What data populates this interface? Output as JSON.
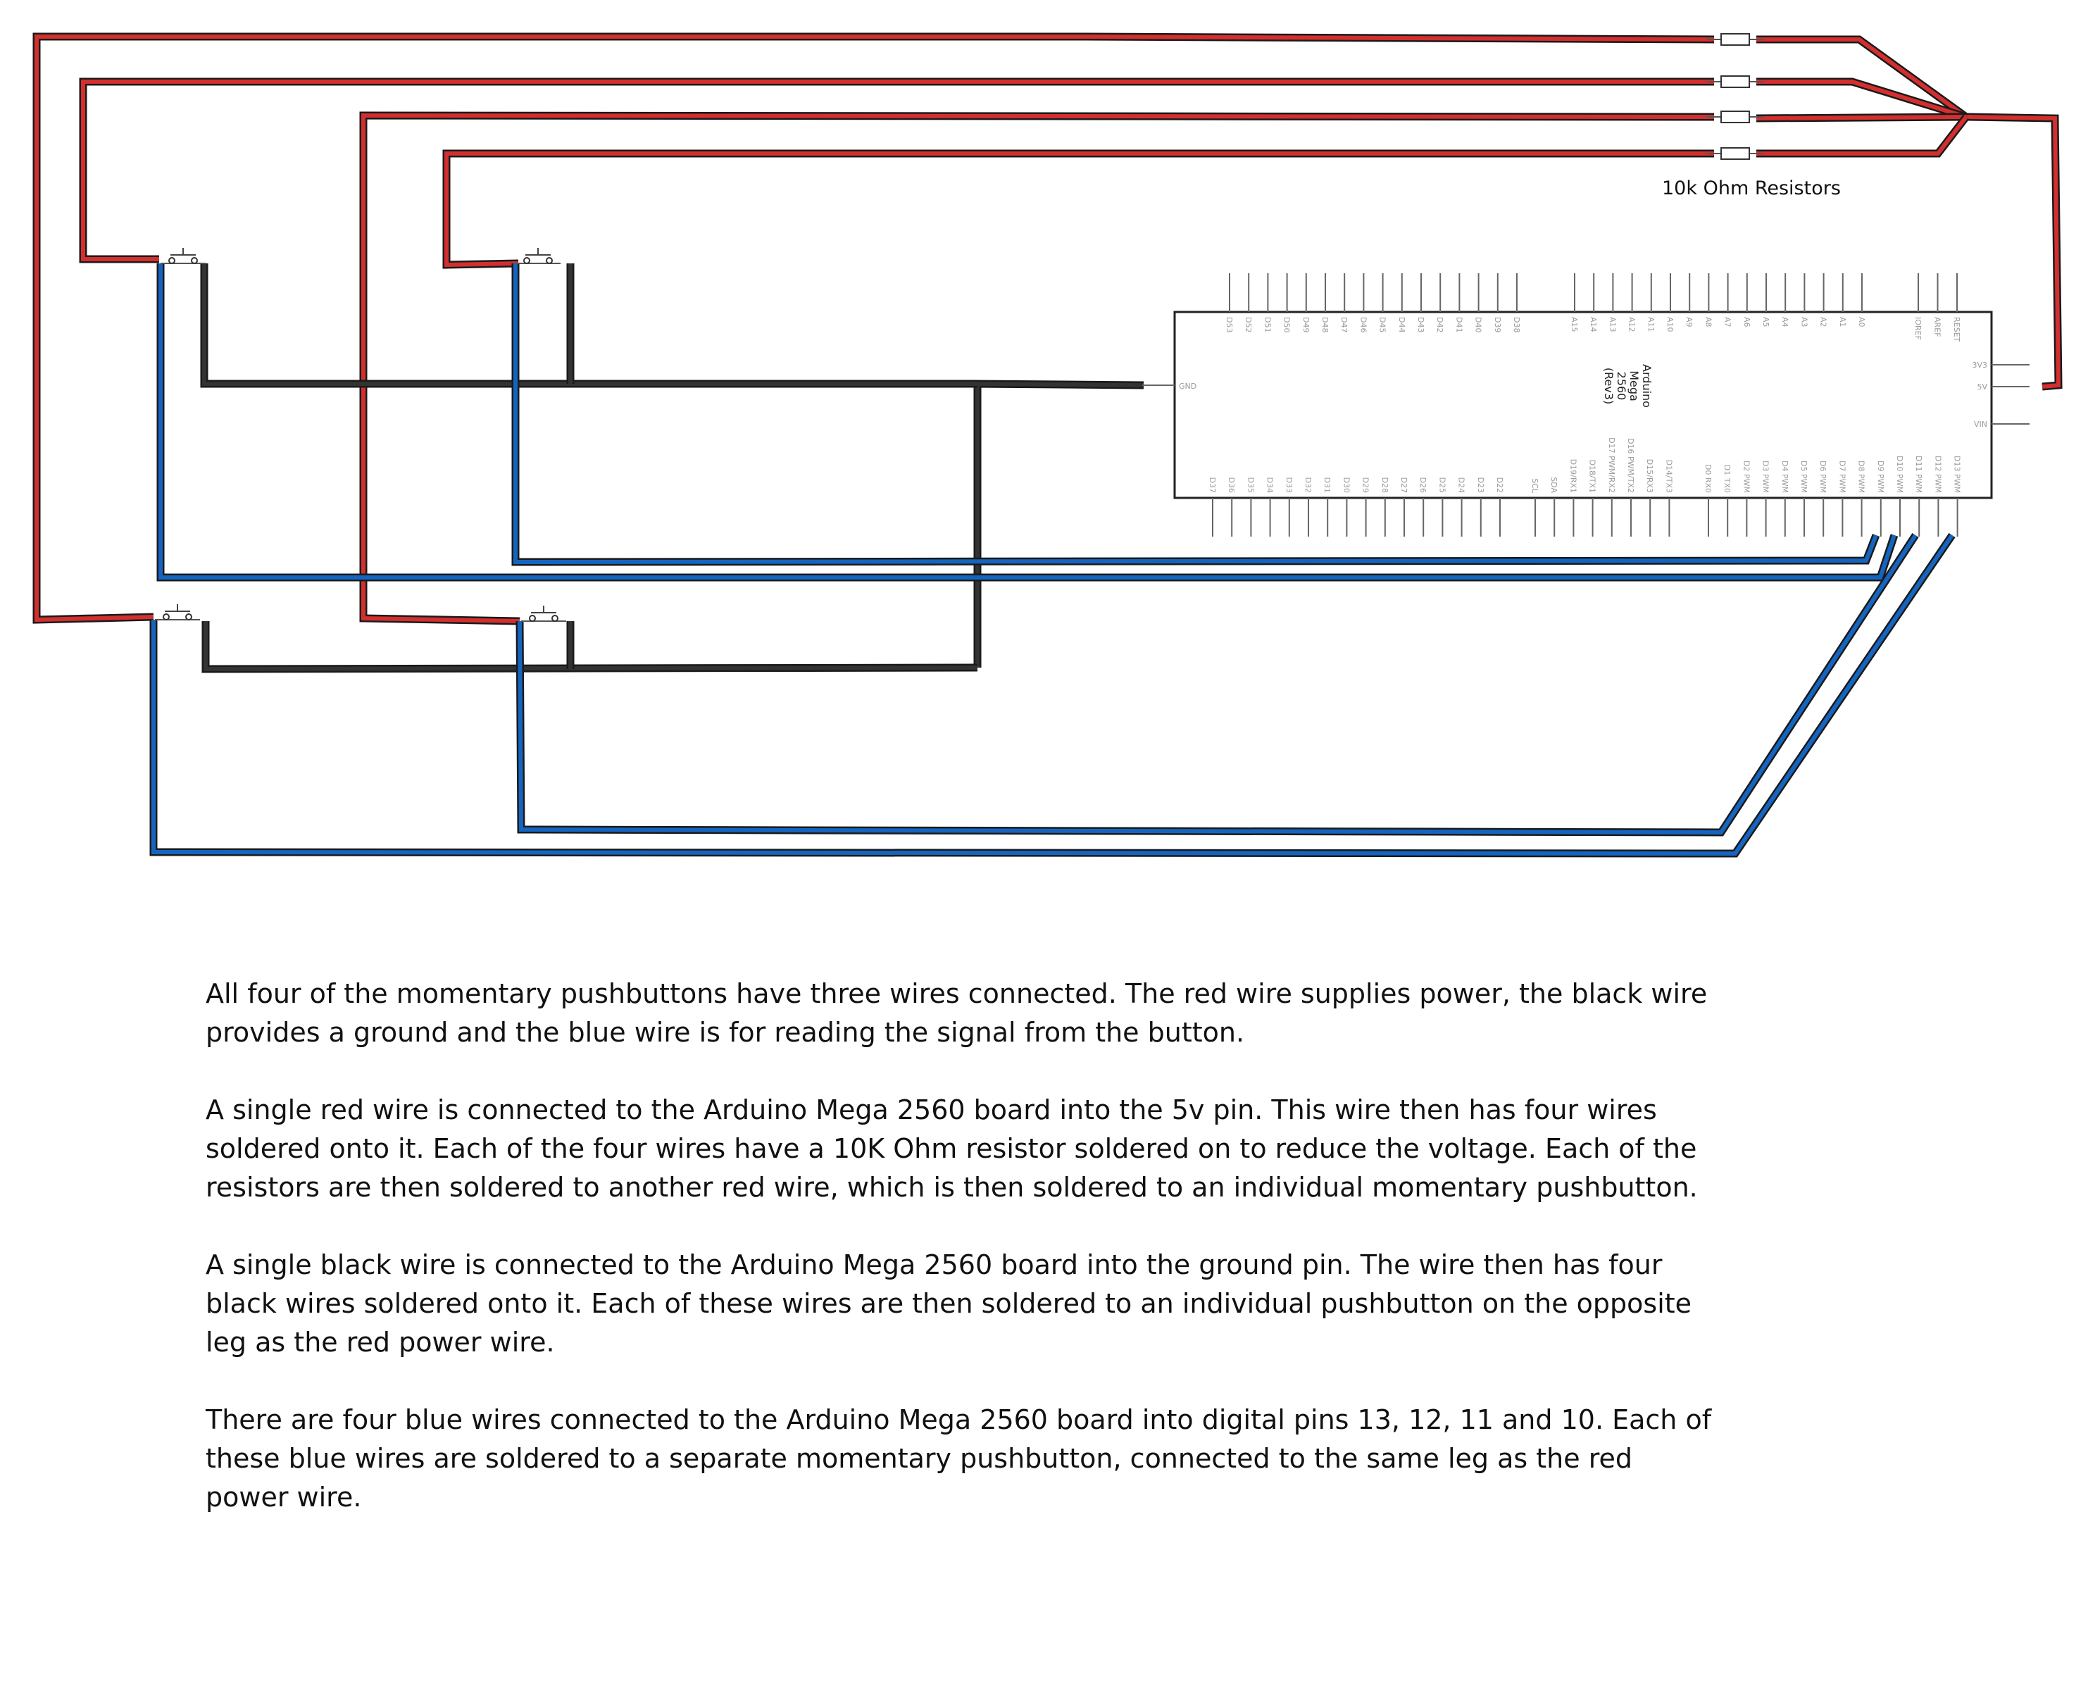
{
  "resistor_label": "10k Ohm Resistors",
  "board": {
    "name_lines": [
      "Arduino",
      "Mega",
      "2560",
      "(Rev3)"
    ],
    "top_pins_left": [
      "D53",
      "D52",
      "D51",
      "D50",
      "D49",
      "D48",
      "D47",
      "D46",
      "D45",
      "D44",
      "D43",
      "D42",
      "D41",
      "D40",
      "D39",
      "D38"
    ],
    "top_pins_analog": [
      "A15",
      "A14",
      "A13",
      "A12",
      "A11",
      "A10",
      "A9",
      "A8",
      "A7",
      "A6",
      "A5",
      "A4",
      "A3",
      "A2",
      "A1",
      "A0"
    ],
    "top_pins_right": [
      "IOREF",
      "AREF",
      "RESET"
    ],
    "bottom_pins_left": [
      "D37",
      "D36",
      "D35",
      "D34",
      "D33",
      "D32",
      "D31",
      "D30",
      "D29",
      "D28",
      "D27",
      "D26",
      "D25",
      "D24",
      "D23",
      "D22"
    ],
    "bottom_pins_comm": [
      "SCL",
      "SDA",
      "D19/RX1",
      "D18/TX1",
      "D17 PWM/RX2",
      "D16 PWM/TX2",
      "D15/RX3",
      "D14/TX3"
    ],
    "bottom_pins_digital": [
      "D0 RX0",
      "D1 TX0",
      "D2 PWM",
      "D3 PWM",
      "D4 PWM",
      "D5 PWM",
      "D6 PWM",
      "D7 PWM",
      "D8 PWM",
      "D9 PWM",
      "D10 PWM",
      "D11 PWM",
      "D12 PWM",
      "D13 PWM"
    ],
    "left_pin": "GND",
    "right_pins": [
      "3V3",
      "5V",
      "VIN"
    ]
  },
  "colors": {
    "power_wire": "#d32f2f",
    "ground_wire": "#333333",
    "signal_wire": "#1565c0",
    "wire_outline": "#1a1a1a"
  },
  "description": {
    "paragraphs": [
      "All four of the momentary pushbuttons have three wires connected. The red wire supplies power, the black wire provides a ground and the blue wire is for reading the signal from the button.",
      "A single red wire is connected to the Arduino Mega 2560 board into the 5v pin. This wire then has four wires soldered onto it. Each of the four wires have a 10K Ohm resistor soldered on to reduce the voltage. Each of the resistors are then soldered to another red wire, which is then soldered to an individual momentary pushbutton.",
      "A single black wire is connected to the Arduino Mega 2560 board into the ground pin. The wire then has four black wires soldered onto it. Each of these wires are then soldered to an individual pushbutton on the opposite leg as the red power wire.",
      "There are four blue wires connected to the Arduino Mega 2560 board into digital pins 13, 12, 11 and 10. Each of these blue wires are soldered to a separate momentary pushbutton, connected to the same leg as the red power wire."
    ]
  }
}
